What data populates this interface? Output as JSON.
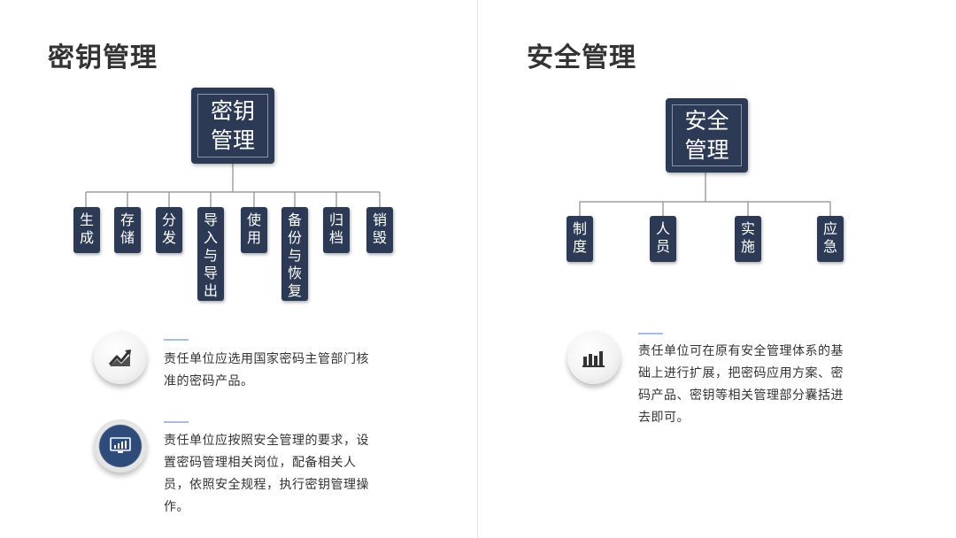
{
  "left": {
    "title": "密钥管理",
    "root": "密钥管理",
    "children": [
      "生成",
      "存储",
      "分发",
      "导入与导出",
      "使用",
      "备份与恢复",
      "归档",
      "销毁"
    ],
    "items": [
      {
        "icon": "trending-up-chart-icon",
        "text": "责任单位应选用国家密码主管部门核准的密码产品。"
      },
      {
        "icon": "monitor-chart-icon",
        "text": "责任单位应按照安全管理的要求，设置密码管理相关岗位，配备相关人员，依照安全规程，执行密钥管理操作。"
      }
    ]
  },
  "right": {
    "title": "安全管理",
    "root": "安全管理",
    "children": [
      "制度",
      "人员",
      "实施",
      "应急"
    ],
    "items": [
      {
        "icon": "bar-chart-icon",
        "text": "责任单位可在原有安全管理体系的基础上进行扩展，把密码应用方案、密码产品、密钥等相关管理部分囊括进去即可。"
      }
    ]
  },
  "colors": {
    "node": "#2c3a55",
    "accent_line": "#a9bedf",
    "connector": "#8a8a8a"
  }
}
